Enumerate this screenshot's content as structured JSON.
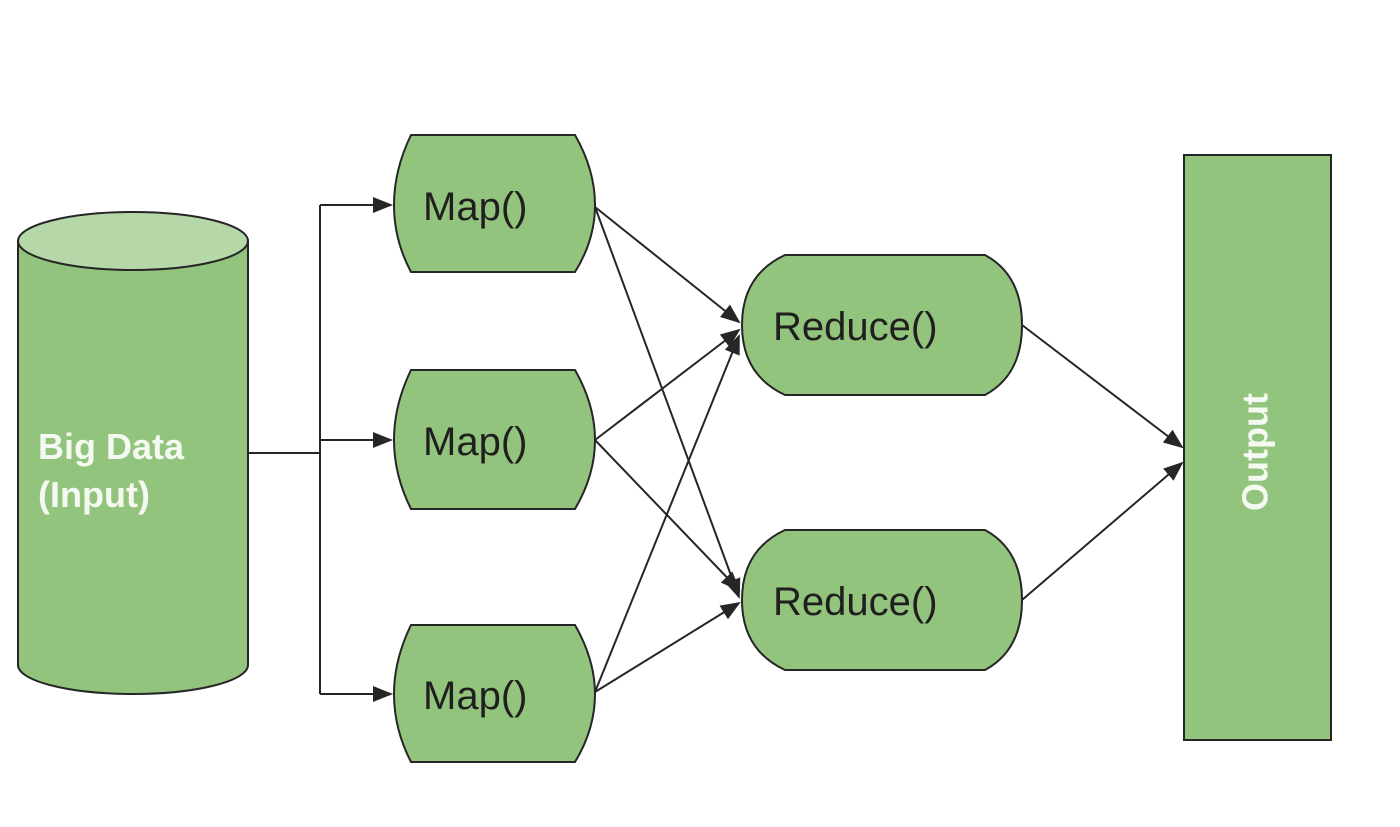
{
  "diagram": {
    "input": {
      "line1": "Big Data",
      "line2": "(Input)"
    },
    "map_nodes": [
      {
        "label": "Map()"
      },
      {
        "label": "Map()"
      },
      {
        "label": "Map()"
      }
    ],
    "reduce_nodes": [
      {
        "label": "Reduce()"
      },
      {
        "label": "Reduce()"
      }
    ],
    "output": {
      "label": "Output"
    },
    "colors": {
      "node_fill": "#93c47d",
      "cylinder_top": "#b6d7a8",
      "stroke": "#262626",
      "label_dark": "#1f1f1f",
      "label_light": "#f4f9f2"
    }
  }
}
